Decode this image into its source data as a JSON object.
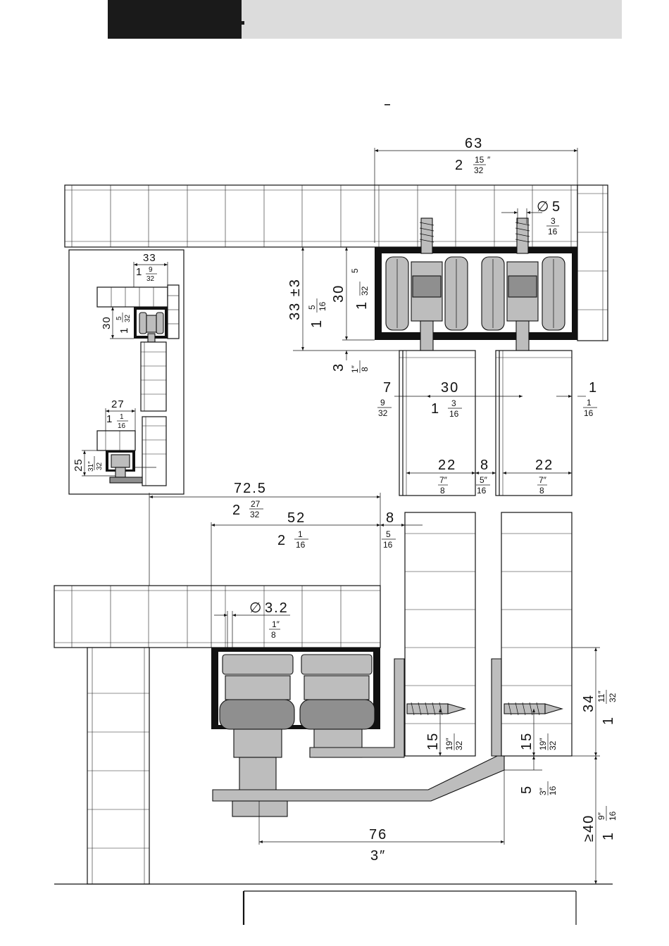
{
  "dims": {
    "d63": "63",
    "d63_in": "2",
    "d63_num": "15",
    "d63_den": "32",
    "d63_mark": "″",
    "d5": "5",
    "d5_sym": "∅",
    "d5_num": "3",
    "d5_den": "16",
    "d33": "33 ±3",
    "d33_in": "1",
    "d33_num": "5",
    "d33_den": "16",
    "d30v": "30",
    "d30v_in": "1",
    "d30v_num": "5",
    "d30v_den": "32",
    "d3": "3",
    "d3_num": "1″",
    "d3_den": "8",
    "d7": "7",
    "d7_num": "9",
    "d7_den": "32",
    "d30h": "30",
    "d30h_in": "1",
    "d30h_num": "3",
    "d30h_den": "16",
    "d1": "1",
    "d1_num": "1",
    "d1_den": "16",
    "d22a": "22",
    "d22a_num": "7″",
    "d22a_den": "8",
    "d8a": "8",
    "d8a_num": "5″",
    "d8a_den": "16",
    "d22b": "22",
    "d22b_num": "7″",
    "d22b_den": "8",
    "d725": "72.5",
    "d725_in": "2",
    "d725_num": "27",
    "d725_den": "32",
    "d52": "52",
    "d52_in": "2",
    "d52_num": "1",
    "d52_den": "16",
    "d8b": "8",
    "d8b_num": "5",
    "d8b_den": "16",
    "d32": "3.2",
    "d32_sym": "∅",
    "d32_num": "1″",
    "d32_den": "8",
    "d34": "34",
    "d34_in": "1",
    "d34_num": "11″",
    "d34_den": "32",
    "d15a": "15",
    "d15a_num": "19″",
    "d15a_den": "32",
    "d15b": "15",
    "d15b_num": "19″",
    "d15b_den": "32",
    "d5b": "5",
    "d5b_num": "3″",
    "d5b_den": "16",
    "d40": "≥40",
    "d40_in": "1",
    "d40_num": "9″",
    "d40_den": "16",
    "d76": "76",
    "d76_in": "3″"
  },
  "inset": {
    "d33": "33",
    "d33_in": "1",
    "d33_num": "9",
    "d33_den": "32",
    "d30": "30",
    "d30_in": "1",
    "d30_num": "5",
    "d30_den": "32",
    "d27": "27",
    "d27_in": "1",
    "d27_num": "1",
    "d27_den": "16",
    "d25": "25",
    "d25_num": "31″",
    "d25_den": "32"
  },
  "colors": {
    "ink": "#111111",
    "header_dark": "#1a1a1a",
    "header_light": "#dcdcdc",
    "metal": "#bdbdbd"
  }
}
